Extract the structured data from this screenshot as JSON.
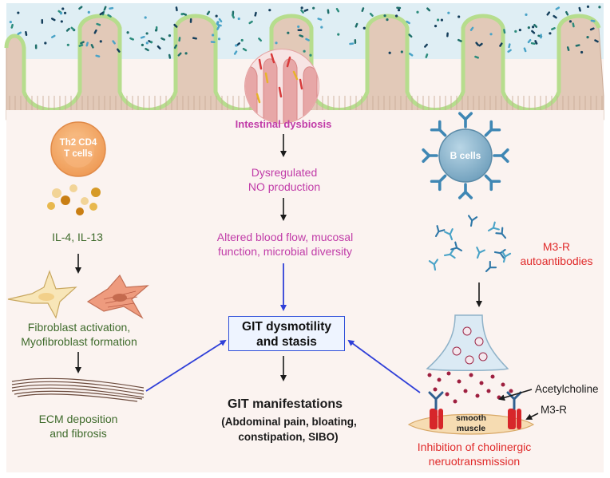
{
  "labels": {
    "th2_line1": "Th2 CD4",
    "th2_line2": "T cells",
    "il": "IL-4, IL-13",
    "fibro1": "Fibroblast activation,",
    "fibro2": "Myofibroblast formation",
    "ecm1": "ECM deposition",
    "ecm2": "and fibrosis",
    "dysbiosis": "Intestinal dysbiosis",
    "no1": "Dysregulated",
    "no2": "NO production",
    "blood1": "Altered blood flow,  mucosal",
    "blood2": "function, microbial diversity",
    "git_box1": "GIT dysmotility",
    "git_box2": "and stasis",
    "manif_title": "GIT manifestations",
    "manif1": "(Abdominal pain, bloating,",
    "manif2": "constipation, SIBO)",
    "bcells": "B cells",
    "m3r1": "M3-R",
    "m3r2": "autoantibodies",
    "ach": "Acetylcholine",
    "m3r_receptor": "M3-R",
    "smooth1": "smooth",
    "smooth2": "muscle",
    "inhib1": "Inhibition of cholinergic",
    "inhib2": "neruotransmission"
  },
  "colors": {
    "green_text": "#3f6b2c",
    "pink_text": "#c13ca8",
    "red_text": "#e02a2a",
    "arrow_blue": "#2f3fd8",
    "background": "#fbf3f0"
  }
}
